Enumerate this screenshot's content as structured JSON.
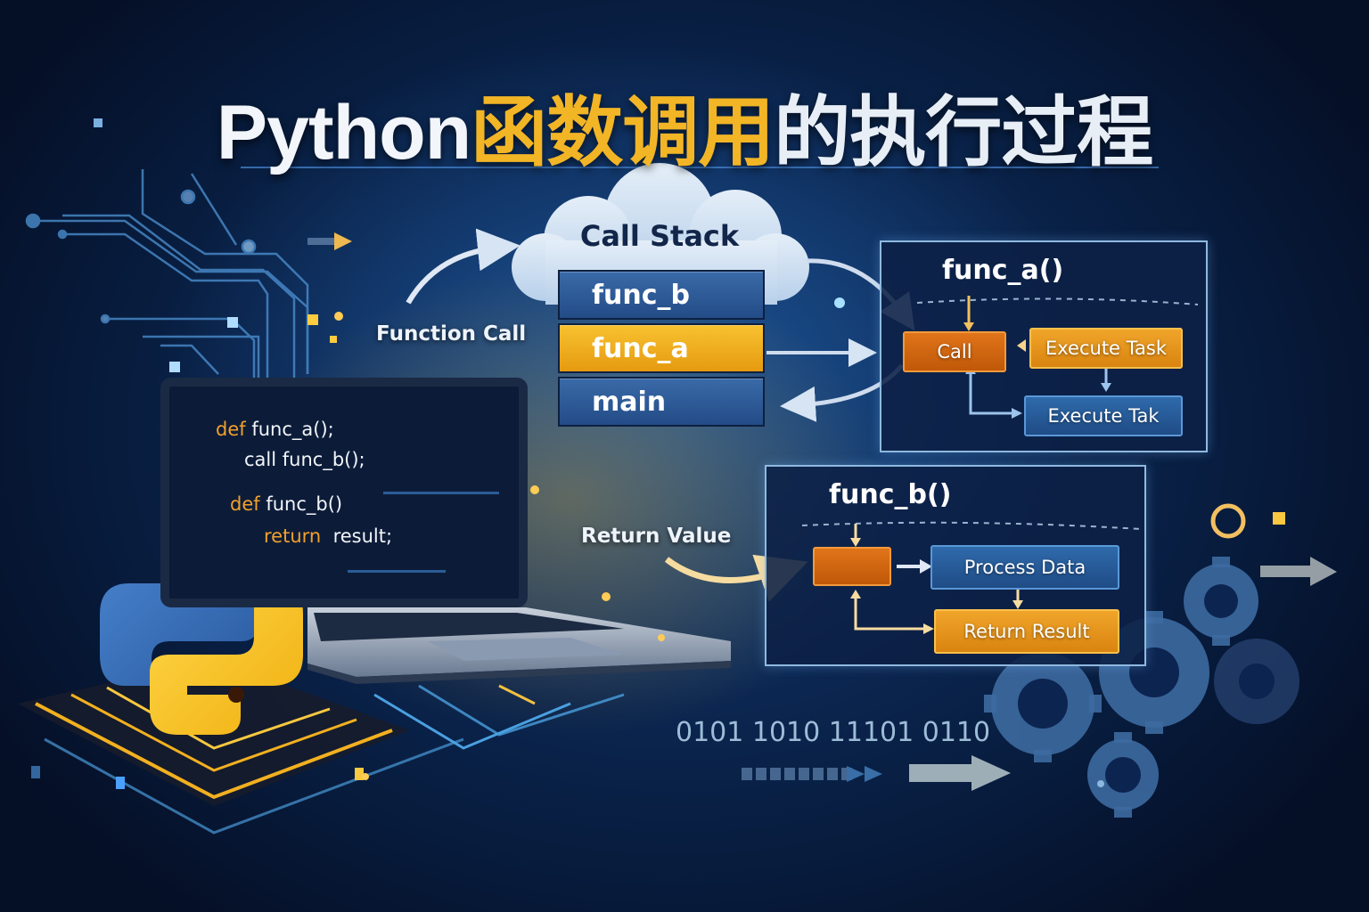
{
  "title": {
    "part1": "Python",
    "part2_highlight": "函数调用",
    "part3": "的执行过程"
  },
  "colors": {
    "background": "#0b2650",
    "accent_yellow": "#f2b526",
    "accent_orange": "#e0741a",
    "panel_blue": "#2f6aab",
    "python_blue": "#3a74c0",
    "python_yellow": "#f5c518"
  },
  "labels": {
    "function_call": "Function Call",
    "return_value": "Return Value"
  },
  "call_stack": {
    "title": "Call Stack",
    "frames": [
      {
        "name": "func_b",
        "active": false
      },
      {
        "name": "func_a",
        "active": true
      },
      {
        "name": "main",
        "active": false
      }
    ]
  },
  "func_a_panel": {
    "title": "func_a()",
    "boxes": {
      "call": "Call",
      "execute_task": "Execute Task",
      "execute_tak": "Execute Tak"
    }
  },
  "func_b_panel": {
    "title": "func_b()",
    "boxes": {
      "entry": "",
      "process_data": "Process Data",
      "return_result": "Return Result"
    }
  },
  "code": {
    "lines": [
      {
        "kw": "def",
        "text": " func_a();"
      },
      {
        "kw": "",
        "text": "call func_b();"
      },
      {
        "kw": "def",
        "text": " func_b()"
      },
      {
        "kw": "return",
        "text": "  result;"
      }
    ]
  },
  "binary_text": "0101 1010 11101 0110",
  "icons": [
    "python-logo-icon",
    "laptop-icon",
    "cloud-icon",
    "gear-icon",
    "circuit-trace-icon",
    "arrow-icon"
  ]
}
